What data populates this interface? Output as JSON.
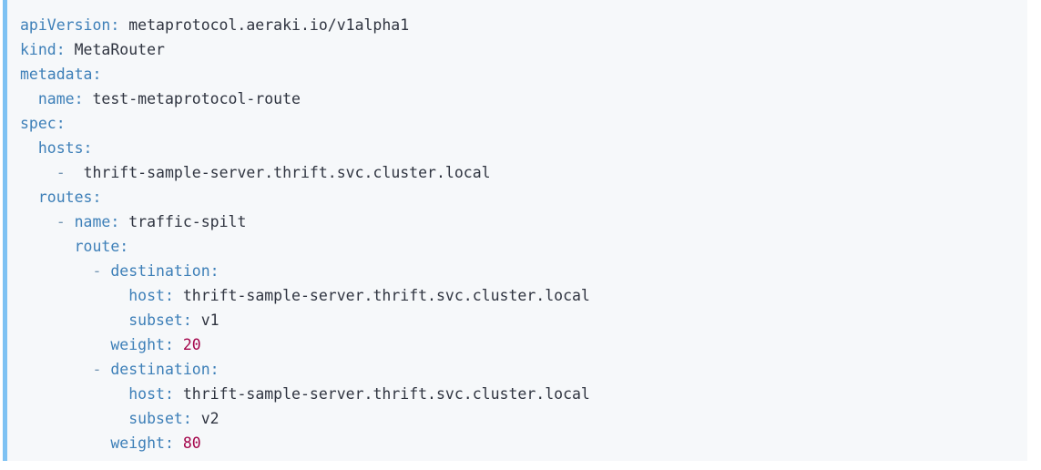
{
  "code_block": {
    "language": "yaml",
    "accent_bar_color": "#7ec2f3",
    "background_color": "#f6f8fa",
    "key_color": "#3d7fb8",
    "value_color": "#2f3440",
    "number_color": "#a4044a",
    "dash_color": "#7596b3",
    "lines": [
      {
        "indent": "",
        "dash": "",
        "key": "apiVersion",
        "value": "metaprotocol.aeraki.io/v1alpha1",
        "value_type": "string"
      },
      {
        "indent": "",
        "dash": "",
        "key": "kind",
        "value": "MetaRouter",
        "value_type": "string"
      },
      {
        "indent": "",
        "dash": "",
        "key": "metadata",
        "value": "",
        "value_type": "none"
      },
      {
        "indent": "  ",
        "dash": "",
        "key": "name",
        "value": "test-metaprotocol-route",
        "value_type": "string"
      },
      {
        "indent": "",
        "dash": "",
        "key": "spec",
        "value": "",
        "value_type": "none"
      },
      {
        "indent": "  ",
        "dash": "",
        "key": "hosts",
        "value": "",
        "value_type": "none"
      },
      {
        "indent": "    ",
        "dash": "- ",
        "key": "",
        "value": "thrift-sample-server.thrift.svc.cluster.local",
        "value_type": "string"
      },
      {
        "indent": "  ",
        "dash": "",
        "key": "routes",
        "value": "",
        "value_type": "none"
      },
      {
        "indent": "    ",
        "dash": "- ",
        "key": "name",
        "value": "traffic-spilt",
        "value_type": "string"
      },
      {
        "indent": "      ",
        "dash": "",
        "key": "route",
        "value": "",
        "value_type": "none"
      },
      {
        "indent": "        ",
        "dash": "- ",
        "key": "destination",
        "value": "",
        "value_type": "none"
      },
      {
        "indent": "            ",
        "dash": "",
        "key": "host",
        "value": "thrift-sample-server.thrift.svc.cluster.local",
        "value_type": "string"
      },
      {
        "indent": "            ",
        "dash": "",
        "key": "subset",
        "value": "v1",
        "value_type": "string"
      },
      {
        "indent": "          ",
        "dash": "",
        "key": "weight",
        "value": "20",
        "value_type": "number"
      },
      {
        "indent": "        ",
        "dash": "- ",
        "key": "destination",
        "value": "",
        "value_type": "none"
      },
      {
        "indent": "            ",
        "dash": "",
        "key": "host",
        "value": "thrift-sample-server.thrift.svc.cluster.local",
        "value_type": "string"
      },
      {
        "indent": "            ",
        "dash": "",
        "key": "subset",
        "value": "v2",
        "value_type": "string"
      },
      {
        "indent": "          ",
        "dash": "",
        "key": "weight",
        "value": "80",
        "value_type": "number"
      }
    ]
  }
}
